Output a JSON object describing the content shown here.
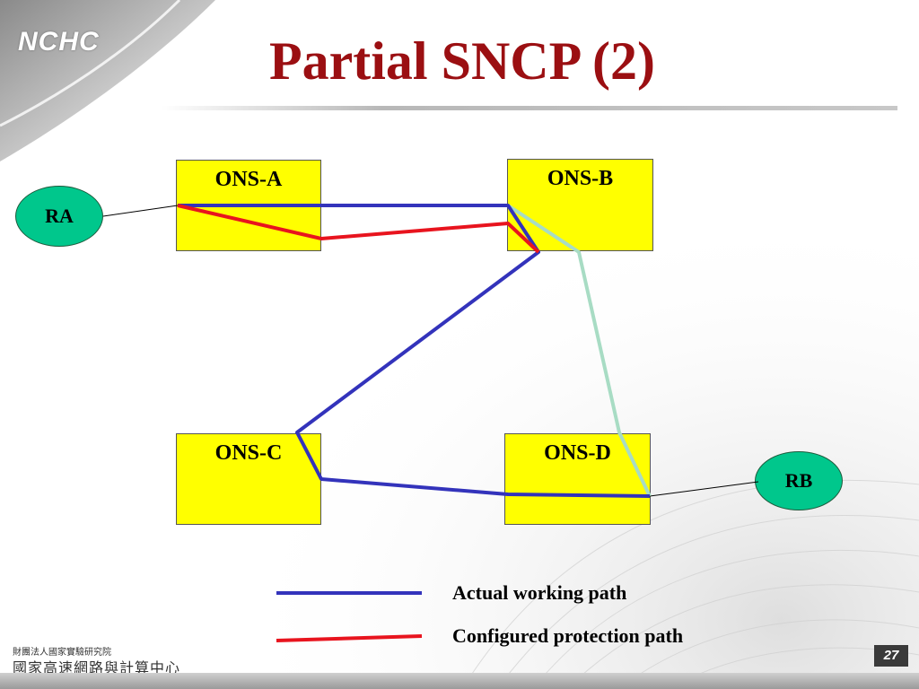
{
  "slide": {
    "title": "Partial SNCP (2)",
    "page_number": "27",
    "logo_text": "NCHC",
    "org_name": "財團法人國家實驗研究院",
    "org_center": "國家高速網路與計算中心"
  },
  "nodes": {
    "ons_a": "ONS-A",
    "ons_b": "ONS-B",
    "ons_c": "ONS-C",
    "ons_d": "ONS-D"
  },
  "endpoints": {
    "ra": "RA",
    "rb": "RB"
  },
  "legend": {
    "working": "Actual working path",
    "protection": "Configured protection path"
  },
  "colors": {
    "title": "#9b0f12",
    "node_fill": "#ffff00",
    "endpoint_fill": "#00c78c",
    "working_path": "#3333bb",
    "protection_path": "#e8141e",
    "alternate_path": "#a8dcc4"
  }
}
